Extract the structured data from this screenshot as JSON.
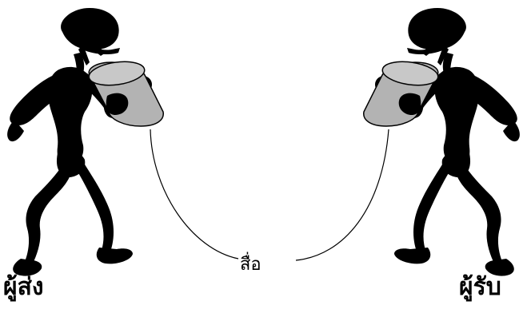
{
  "labels": {
    "sender": "ผู้ส่ง",
    "receiver": "ผู้รับ",
    "medium": "สื่อ"
  },
  "colors": {
    "figure": "#000000",
    "cup": "#b3b3b3",
    "line": "#000000",
    "background": "#ffffff"
  },
  "icons": {
    "left_person": "person-silhouette-holding-cup",
    "right_person": "person-silhouette-holding-cup-mirrored",
    "cup": "can-telephone-cup"
  }
}
